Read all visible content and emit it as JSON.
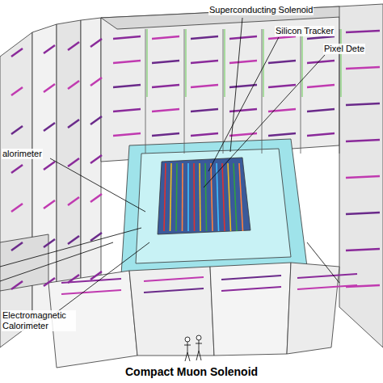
{
  "diagram": {
    "title": "Compact Muon Solenoid",
    "labels": [
      "Superconducting Solenoid",
      "Silicon Tracker",
      "Pixel Dete",
      "alorimeter",
      "Electromagnetic Calorimeter"
    ]
  }
}
